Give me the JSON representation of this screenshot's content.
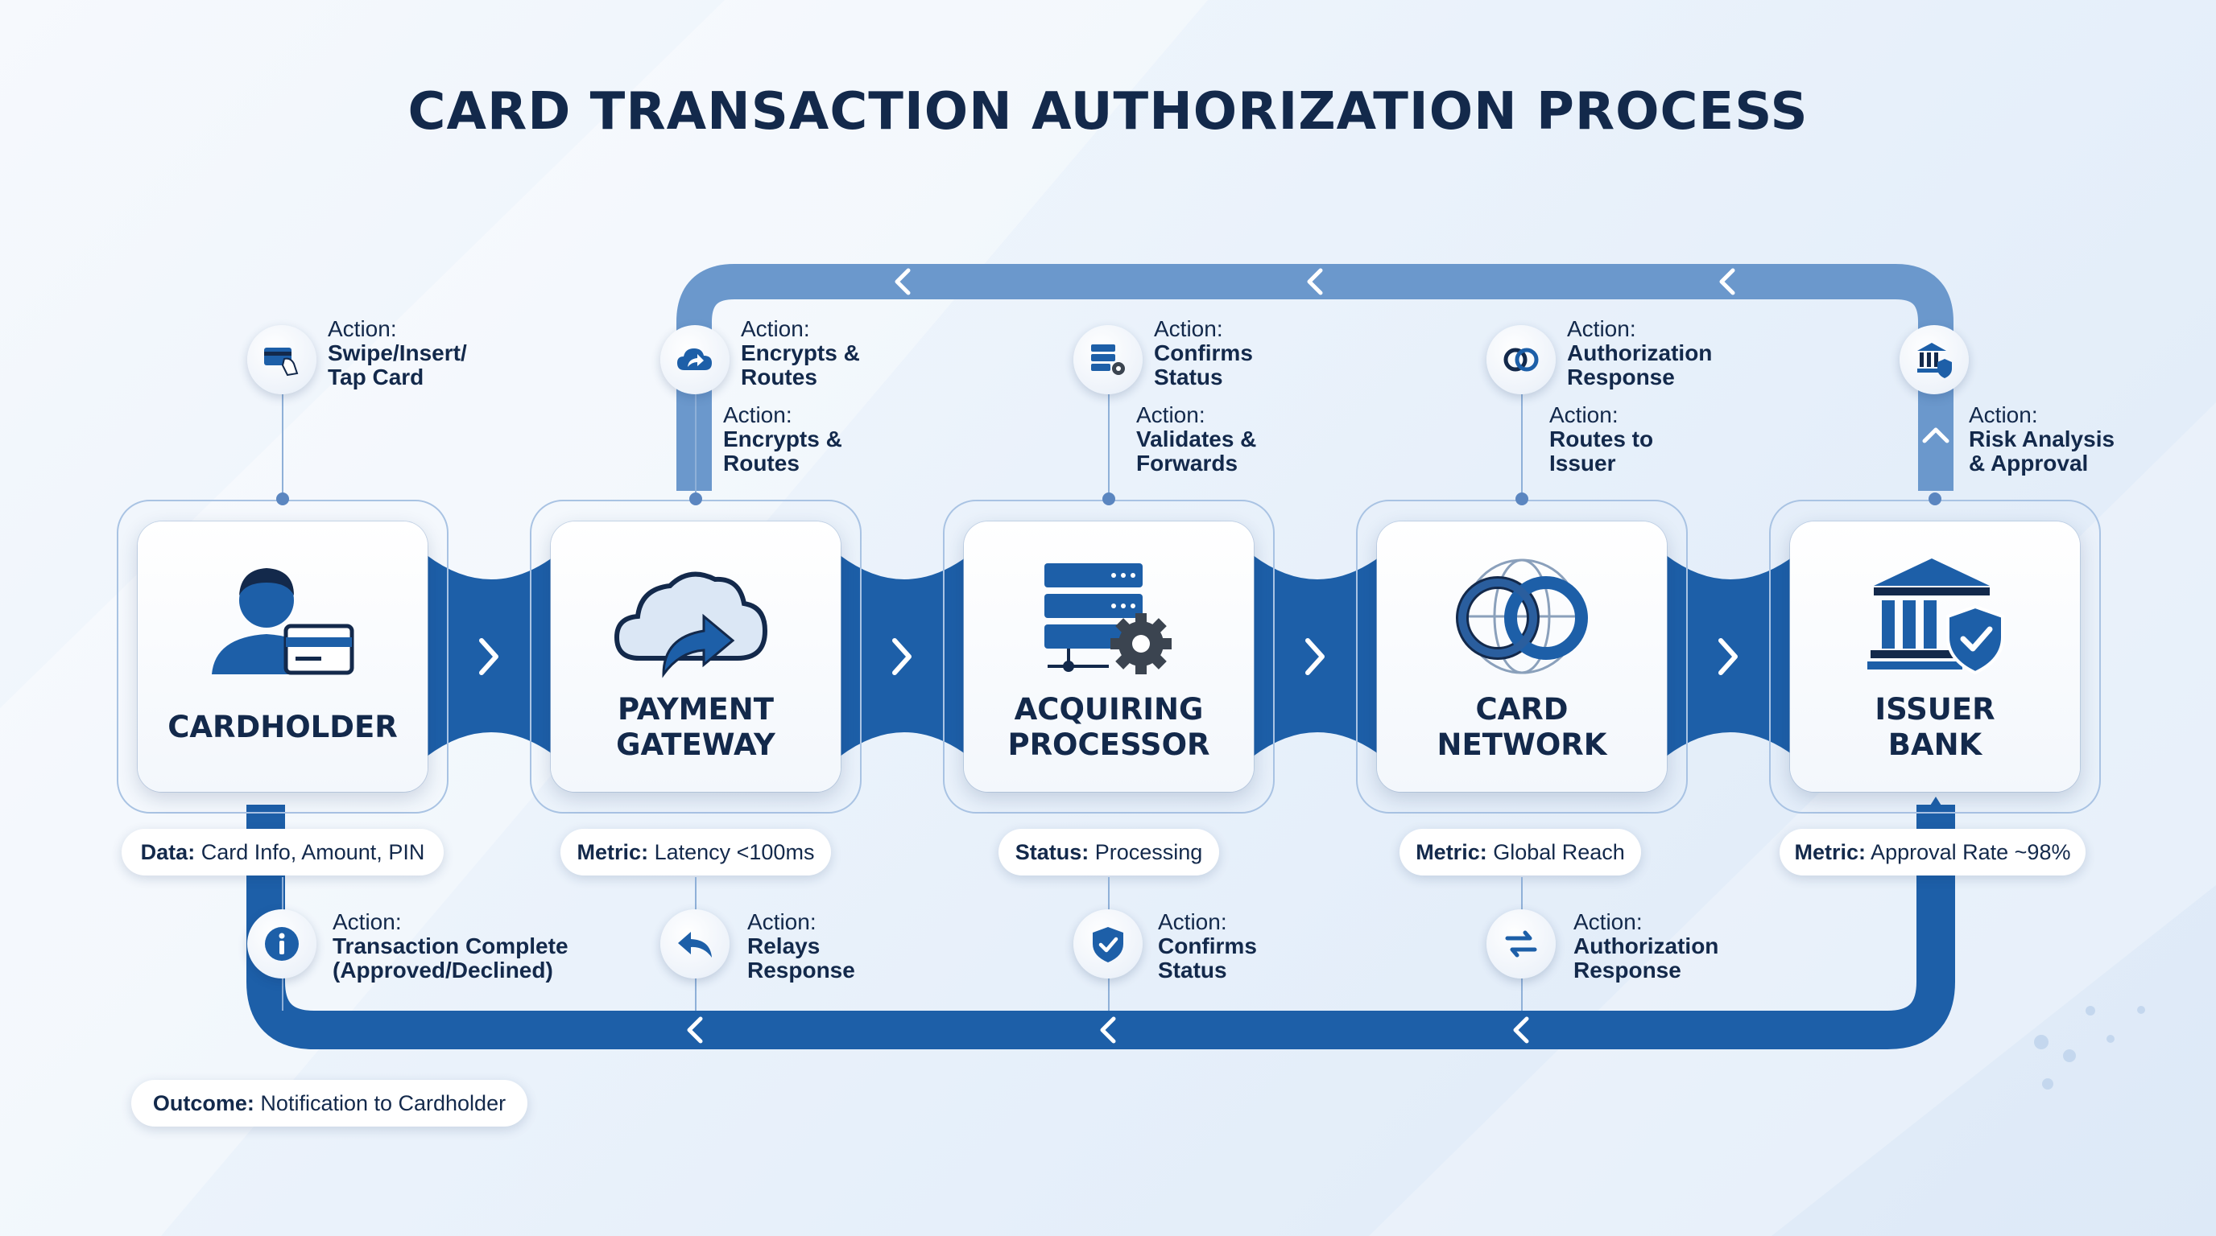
{
  "title": "CARD TRANSACTION AUTHORIZATION PROCESS",
  "colors": {
    "primary": "#1d5fa8",
    "dark": "#13294b",
    "light_flow": "#6f9ccd"
  },
  "stages": [
    {
      "label_l1": "CARDHOLDER",
      "label_l2": "",
      "icon": "cardholder-icon",
      "metric_key": "Data:",
      "metric_val": " Card Info, Amount, PIN"
    },
    {
      "label_l1": "PAYMENT",
      "label_l2": "GATEWAY",
      "icon": "cloud-upload-icon",
      "metric_key": "Metric:",
      "metric_val": " Latency <100ms"
    },
    {
      "label_l1": "ACQUIRING",
      "label_l2": "PROCESSOR",
      "icon": "server-gear-icon",
      "metric_key": "Status:",
      "metric_val": " Processing"
    },
    {
      "label_l1": "CARD",
      "label_l2": "NETWORK",
      "icon": "linked-rings-icon",
      "metric_key": "Metric:",
      "metric_val": " Global Reach"
    },
    {
      "label_l1": "ISSUER",
      "label_l2": "BANK",
      "icon": "bank-shield-icon",
      "metric_key": "Metric:",
      "metric_val": " Approval Rate ~98%"
    }
  ],
  "top_actions": [
    {
      "k": "Action:",
      "l1": "Swipe/Insert/",
      "l2": "Tap Card",
      "icon": "card-swipe-icon"
    },
    {
      "k": "Action:",
      "l1": "Encrypts &",
      "l2": "Routes",
      "icon": "cloud-forward-icon"
    },
    {
      "k": "Action:",
      "l1": "Confirms",
      "l2": "Status",
      "icon": "server-gear-icon"
    },
    {
      "k": "Action:",
      "l1": "Authorization",
      "l2": "Response",
      "icon": "linked-rings-icon"
    },
    {
      "icon": "bank-shield-icon"
    }
  ],
  "mid_actions": [
    {
      "k": "Action:",
      "l1": "Encrypts &",
      "l2": "Routes"
    },
    {
      "k": "Action:",
      "l1": "Validates &",
      "l2": "Forwards"
    },
    {
      "k": "Action:",
      "l1": "Routes to",
      "l2": "Issuer"
    },
    {
      "k": "Action:",
      "l1": "Risk Analysis",
      "l2": "& Approval"
    }
  ],
  "bottom_actions": [
    {
      "k": "Action:",
      "l1": "Transaction Complete",
      "l2": "(Approved/Declined)",
      "icon": "info-icon"
    },
    {
      "k": "Action:",
      "l1": "Relays",
      "l2": "Response",
      "icon": "reply-arrow-icon"
    },
    {
      "k": "Action:",
      "l1": "Confirms",
      "l2": "Status",
      "icon": "shield-check-icon"
    },
    {
      "k": "Action:",
      "l1": "Authorization",
      "l2": "Response",
      "icon": "exchange-arrows-icon"
    }
  ],
  "outcome": {
    "key": "Outcome:",
    "val": " Notification to Cardholder"
  }
}
